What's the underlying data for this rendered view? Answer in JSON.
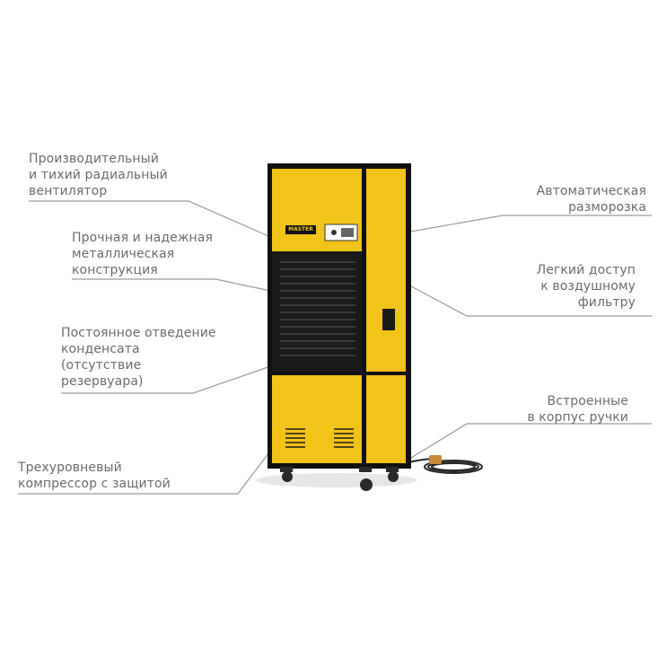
{
  "image": {
    "brand_plate": "MASTER",
    "colors": {
      "body_yellow": "#f2c318",
      "frame_black": "#111111",
      "callout_text": "#6b6b6b",
      "leader_line": "#9a9a9a"
    }
  },
  "callouts": {
    "fan": "Производительный\nи тихий радиальный\nвентилятор",
    "construction": "Прочная и надежная\nметаллическая\nконструкция",
    "condensate": "Постоянное отведение\nконденсата\n(отсутствие\nрезервуара)",
    "compressor": "Трехуровневый\nкомпрессор с защитой",
    "defrost": "Автоматическая\nразморозка",
    "filter": "Легкий доступ\nк воздушному\nфильтру",
    "handles": "Встроенные\nв корпус ручки"
  }
}
